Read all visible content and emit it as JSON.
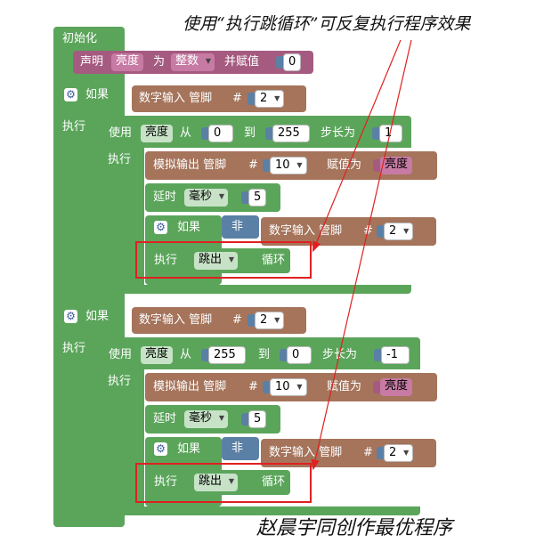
{
  "annotation": {
    "top_text": "使用“执行跳循环”可反复执行程序效果",
    "bottom_text": "赵晨宇同创作最优程序"
  },
  "setup": {
    "label": "初始化",
    "declare": {
      "label": "声明",
      "var": "亮度",
      "as": "为",
      "type": "整数",
      "assign": "并赋值",
      "value": "0"
    }
  },
  "if_blocks": [
    {
      "if_label": "如果",
      "do_label": "执行",
      "cond": {
        "label": "数字输入 管脚",
        "hash": "#",
        "pin": "2"
      },
      "loop": {
        "use": "使用",
        "var": "亮度",
        "from": "从",
        "start": "0",
        "to": "到",
        "end": "255",
        "step_label": "步长为",
        "step": "1",
        "do_label": "执行"
      },
      "analog": {
        "label": "模拟输出 管脚",
        "hash": "#",
        "pin": "10",
        "assign": "赋值为",
        "var": "亮度"
      },
      "delay": {
        "label": "延时",
        "unit": "毫秒",
        "value": "5"
      },
      "inner_if": {
        "if_label": "如果",
        "not": "非",
        "cond_label": "数字输入 管脚",
        "hash": "#",
        "pin": "2",
        "do_label": "执行",
        "break": "跳出",
        "loop_word": "循环"
      }
    },
    {
      "if_label": "如果",
      "do_label": "执行",
      "cond": {
        "label": "数字输入 管脚",
        "hash": "#",
        "pin": "2"
      },
      "loop": {
        "use": "使用",
        "var": "亮度",
        "from": "从",
        "start": "255",
        "to": "到",
        "end": "0",
        "step_label": "步长为",
        "step": "-1",
        "do_label": "执行"
      },
      "analog": {
        "label": "模拟输出 管脚",
        "hash": "#",
        "pin": "10",
        "assign": "赋值为",
        "var": "亮度"
      },
      "delay": {
        "label": "延时",
        "unit": "毫秒",
        "value": "5"
      },
      "inner_if": {
        "if_label": "如果",
        "not": "非",
        "cond_label": "数字输入 管脚",
        "hash": "#",
        "pin": "2",
        "do_label": "执行",
        "break": "跳出",
        "loop_word": "循环"
      }
    }
  ],
  "colors": {
    "green": "#5ba55b",
    "brown": "#a5745b",
    "blue": "#5b80a5",
    "purple": "#a55b80",
    "var_pill": "#c77aa3",
    "red": "#e02020"
  }
}
